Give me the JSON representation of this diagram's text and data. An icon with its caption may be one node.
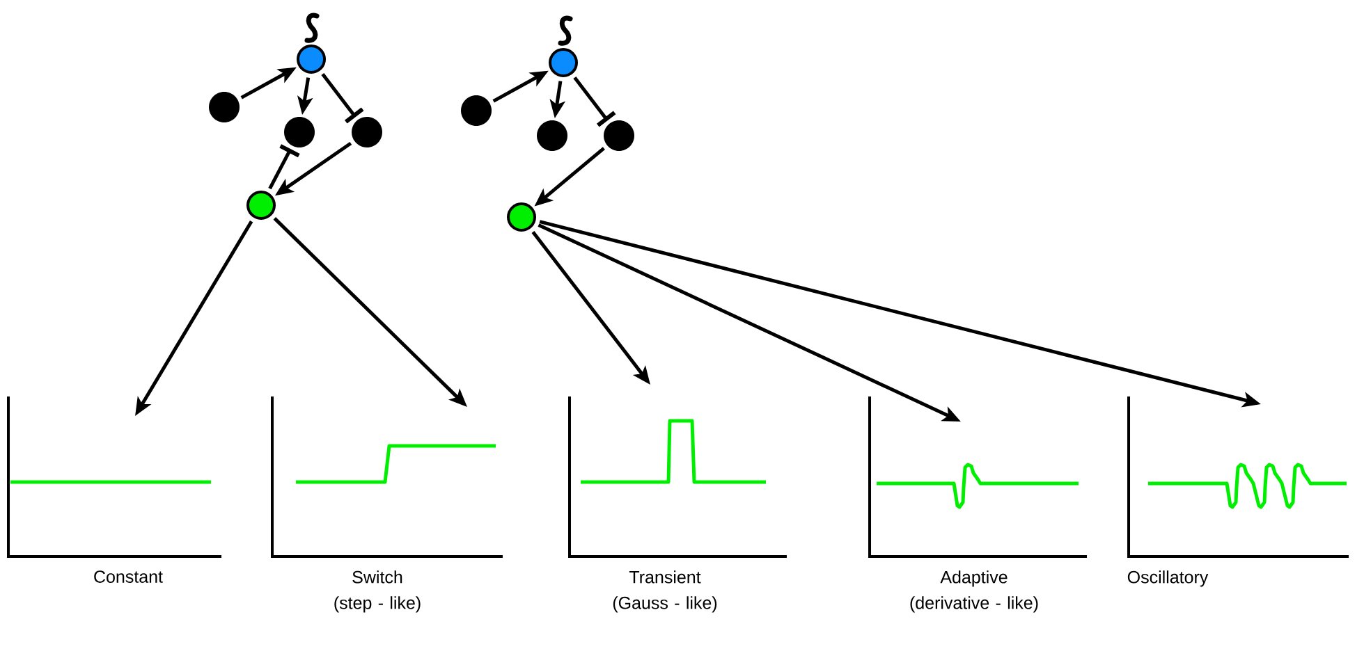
{
  "diagram": {
    "nodes": [
      {
        "text": [],
        "shape": "circle"
      },
      {
        "text": [],
        "shape": "circle"
      },
      {
        "text": [],
        "shape": "circle"
      },
      {
        "text": [],
        "shape": "circle"
      },
      {
        "text": [],
        "shape": "circle"
      },
      {
        "text": [],
        "shape": "circle"
      },
      {
        "text": [],
        "shape": "circle"
      },
      {
        "text": [],
        "shape": "circle"
      },
      {
        "text": [],
        "shape": "circle"
      },
      {
        "text": [],
        "shape": "circle"
      },
      {
        "text": [
          "Constant"
        ]
      },
      {
        "text": [
          "Switch (step - like)"
        ]
      },
      {
        "text": [
          "Transient (Gauss - like)"
        ]
      },
      {
        "text": [
          "Adaptive (derivative - like)"
        ]
      },
      {
        "text": [
          "Oscillatory"
        ]
      }
    ],
    "edges": [
      {
        "from": 1,
        "to": 0,
        "arrow": "to"
      },
      {
        "from": 0,
        "to": 2,
        "arrow": "to"
      },
      {
        "from": 0,
        "to": 3,
        "arrow": "other"
      },
      {
        "from": 4,
        "to": 2,
        "arrow": "other"
      },
      {
        "from": 3,
        "to": 4,
        "arrow": "to"
      },
      {
        "from": 6,
        "to": 5,
        "arrow": "to"
      },
      {
        "from": 5,
        "to": 7,
        "arrow": "to"
      },
      {
        "from": 5,
        "to": 8,
        "arrow": "other"
      },
      {
        "from": 8,
        "to": 9,
        "arrow": "to"
      },
      {
        "from": 4,
        "to": 10,
        "arrow": "to"
      },
      {
        "from": 4,
        "to": 11,
        "arrow": "to"
      },
      {
        "from": 9,
        "to": 12,
        "arrow": "to"
      },
      {
        "from": 9,
        "to": 13,
        "arrow": "to"
      },
      {
        "from": 9,
        "to": 14,
        "arrow": "to"
      }
    ]
  }
}
